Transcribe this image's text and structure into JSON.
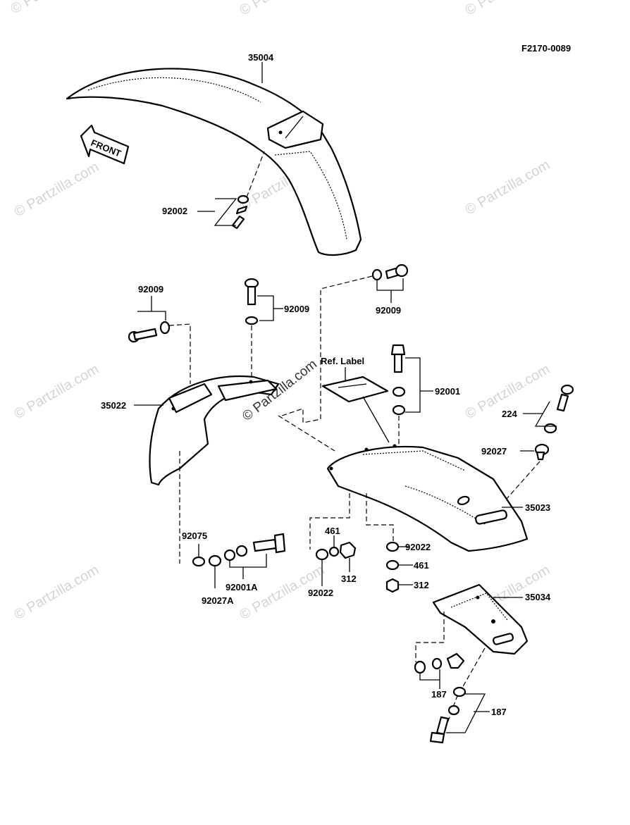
{
  "diagram_code": "F2170-0089",
  "front_arrow_text": "FRONT",
  "ref_label_text": "Ref. Label",
  "watermark_text": "© Partzilla.com",
  "center_watermark_text": "© Partzilla.com",
  "labels": {
    "p35004": "35004",
    "p92002": "92002",
    "p92009_left": "92009",
    "p92009_center": "92009",
    "p92009_right": "92009",
    "p92001": "92001",
    "p224": "224",
    "p92027": "92027",
    "p35022": "35022",
    "p35023": "35023",
    "p92075": "92075",
    "p92027A": "92027A",
    "p92001A": "92001A",
    "p461_left": "461",
    "p312_left": "312",
    "p92022_left": "92022",
    "p92022_right": "92022",
    "p461_right": "461",
    "p312_right": "312",
    "p35034": "35034",
    "p187_upper": "187",
    "p187_lower": "187"
  }
}
